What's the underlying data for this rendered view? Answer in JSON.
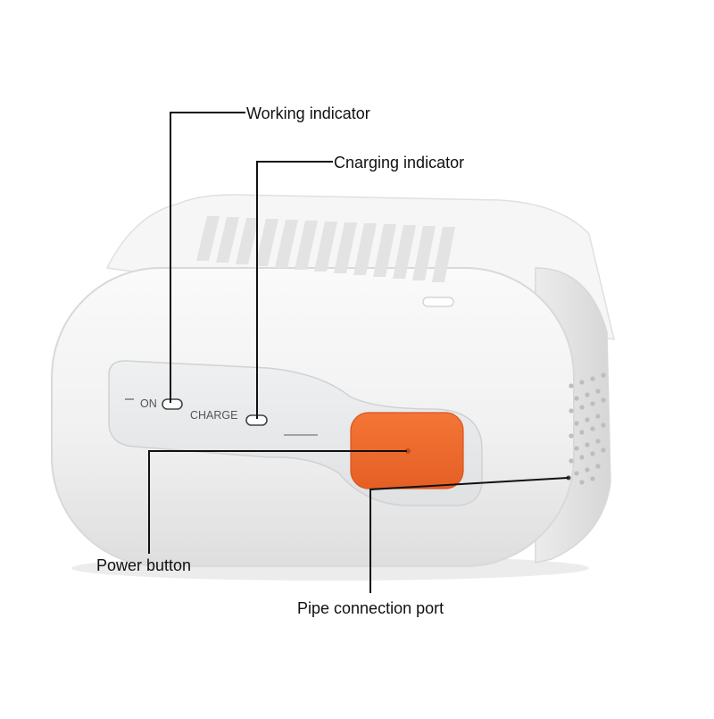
{
  "device": {
    "panel_labels": {
      "on": "ON",
      "charge": "CHARGE"
    },
    "colors": {
      "body": "#f3f3f3",
      "panel": "#e6e7e8",
      "button": "#ef6a2e",
      "leader_lines": "#111111"
    }
  },
  "callouts": {
    "working_indicator": "Working indicator",
    "charging_indicator": "Cnarging indicator",
    "power_button": "Power button",
    "pipe_connection_port": "Pipe connection port"
  }
}
